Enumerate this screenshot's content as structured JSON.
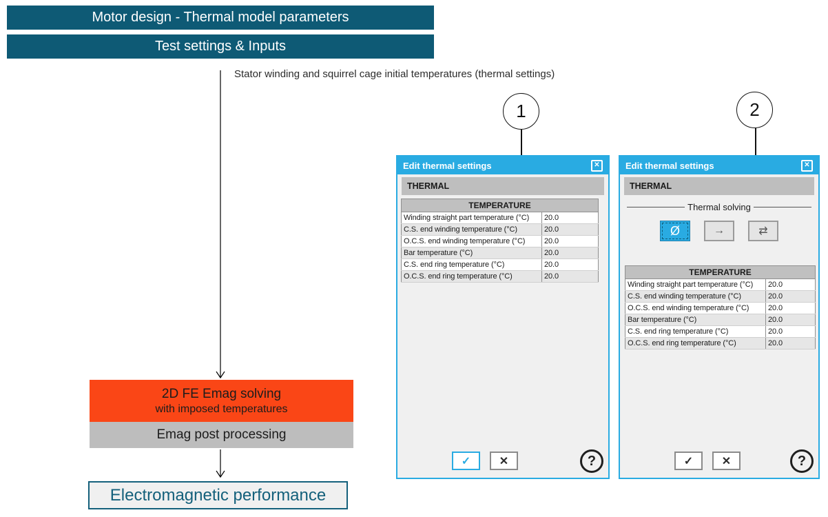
{
  "colors": {
    "teal": "#0E5A75",
    "cyan": "#29ABE2",
    "orange": "#FA4616",
    "gray_box": "#BDBDBD",
    "dialog_bg": "#F0F0F0",
    "perf_teal": "#14607B"
  },
  "flowchart": {
    "header_bar1": "Motor design - Thermal model parameters",
    "header_bar2": "Test settings & Inputs",
    "annotation": "Stator winding and squirrel cage initial temperatures (thermal settings)",
    "emag_solving_line1": "2D FE Emag solving",
    "emag_solving_line2": "with imposed temperatures",
    "post_processing": "Emag post processing",
    "performance": "Electromagnetic performance"
  },
  "callouts": [
    {
      "label": "1"
    },
    {
      "label": "2"
    }
  ],
  "icons": {
    "close": "✕",
    "ok": "✓",
    "cancel": "✕",
    "help": "?",
    "solve_none": "Ø",
    "solve_one_way": "→",
    "solve_two_way": "⇄"
  },
  "dialogs": [
    {
      "title": "Edit thermal settings",
      "section_header": "THERMAL",
      "table": {
        "header": "TEMPERATURE",
        "rows": [
          {
            "label": "Winding straight part temperature (°C)",
            "value": "20.0"
          },
          {
            "label": "C.S. end winding temperature (°C)",
            "value": "20.0"
          },
          {
            "label": "O.C.S. end winding temperature (°C)",
            "value": "20.0"
          },
          {
            "label": "Bar temperature (°C)",
            "value": "20.0"
          },
          {
            "label": "C.S. end ring temperature (°C)",
            "value": "20.0"
          },
          {
            "label": "O.C.S. end ring temperature (°C)",
            "value": "20.0"
          }
        ]
      }
    },
    {
      "title": "Edit thermal settings",
      "section_header": "THERMAL",
      "solving_legend": "Thermal solving",
      "table": {
        "header": "TEMPERATURE",
        "rows": [
          {
            "label": "Winding straight part temperature (°C)",
            "value": "20.0"
          },
          {
            "label": "C.S. end winding temperature (°C)",
            "value": "20.0"
          },
          {
            "label": "O.C.S. end winding temperature (°C)",
            "value": "20.0"
          },
          {
            "label": "Bar temperature (°C)",
            "value": "20.0"
          },
          {
            "label": "C.S. end ring temperature (°C)",
            "value": "20.0"
          },
          {
            "label": "O.C.S. end ring temperature (°C)",
            "value": "20.0"
          }
        ]
      }
    }
  ]
}
